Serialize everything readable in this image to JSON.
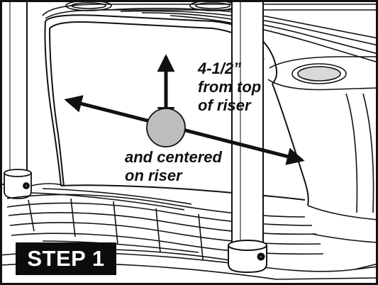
{
  "measurement_callout": {
    "line1": "4-1/2”",
    "line2": "from top",
    "line3": "of riser"
  },
  "centering_callout": {
    "line1": "and centered",
    "line2": "on riser"
  },
  "step_badge": {
    "label": "STEP 1"
  },
  "colors": {
    "line": "#111111",
    "marker_fill": "#bdbdbd",
    "badge_bg": "#0c0c0c",
    "badge_text": "#ffffff"
  }
}
